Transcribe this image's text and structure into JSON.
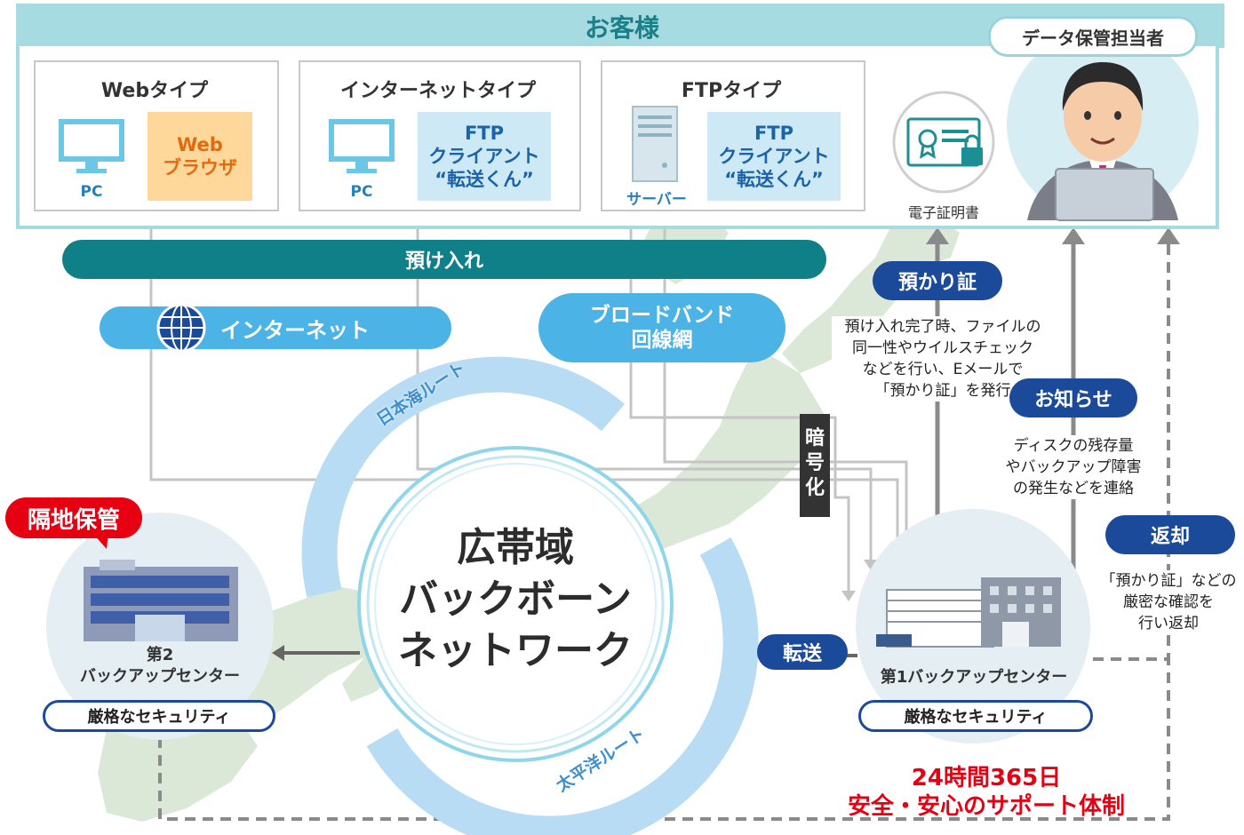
{
  "customer": {
    "title": "お客様",
    "staff_label": "データ保管担当者",
    "certificate_label": "電子証明書"
  },
  "types": [
    {
      "title": "Webタイプ",
      "device": "PC",
      "client": "Web\nブラウザ"
    },
    {
      "title": "インターネットタイプ",
      "device": "PC",
      "client": "FTP\nクライアント\n“転送くん”"
    },
    {
      "title": "FTPタイプ",
      "device": "サーバー",
      "client": "FTP\nクライアント\n“転送くん”"
    }
  ],
  "deposit_bar": "預け入れ",
  "internet_pill": "インターネット",
  "broadband_pill": "ブロードバンド\n回線網",
  "routes": {
    "sea_of_japan": "日本海ルート",
    "pacific": "太平洋ルート"
  },
  "encryption_label": "暗\n号\n化",
  "backbone": "広帯域\nバックボーン\nネットワーク",
  "transfer_tag": "転送",
  "receipt": {
    "tag": "預かり証",
    "note": "預け入れ完了時、ファイルの\n同一性やウイルスチェック\nなどを行い、Eメールで\n「預かり証」を発行"
  },
  "notice": {
    "tag": "お知らせ",
    "note": "ディスクの残存量\nやバックアップ障害\nの発生などを連絡"
  },
  "return": {
    "tag": "返却",
    "note": "「預かり証」などの\n厳密な確認を\n行い返却"
  },
  "remote_tag": "隔地保管",
  "center2": {
    "name": "第2\nバックアップセンター",
    "security": "厳格なセキュリティ"
  },
  "center1": {
    "name": "第1バックアップセンター",
    "security": "厳格なセキュリティ"
  },
  "support": "24時間365日\n安全・安心のサポート体制",
  "colors": {
    "teal_dark": "#0f7f88",
    "light_blue": "#4cb3e6",
    "navy": "#1c4a9a",
    "red": "#e60012",
    "panel": "#a6dbe2"
  }
}
